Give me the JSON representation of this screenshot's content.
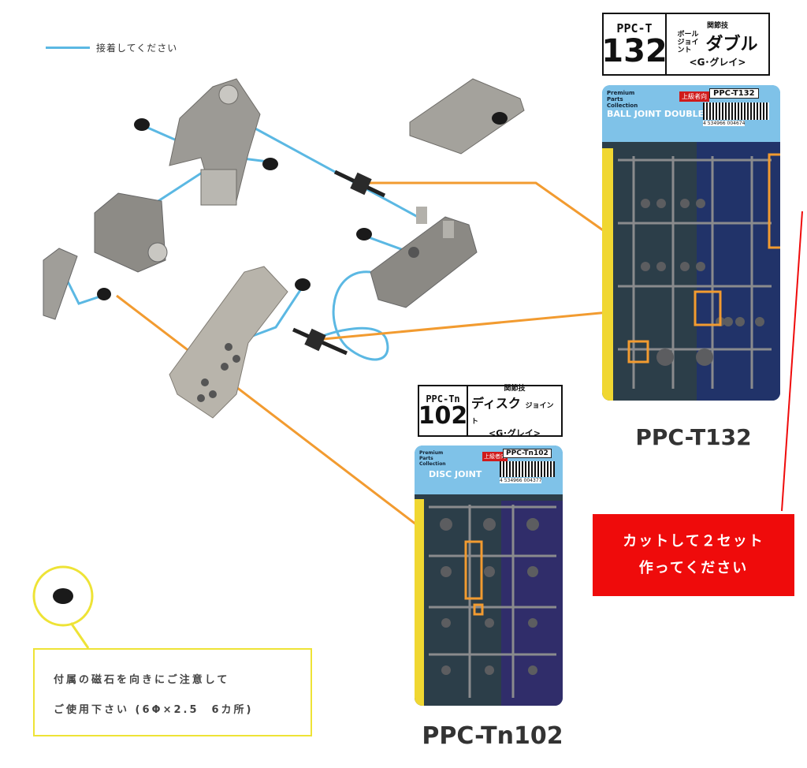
{
  "legend": {
    "label": "接着してください",
    "color": "#5bb8e3"
  },
  "product_t132": {
    "series": "PPC-T",
    "number": "132",
    "category": "関節技",
    "name_small": "ボール ジョイント",
    "name_large": "ダブル",
    "color_label": "<G･グレイ>",
    "package_code": "PPC-T132",
    "package_brand": "Premium Parts Collection",
    "package_level": "上級者向",
    "package_title": "BALL JOINT DOUBLE",
    "barcode_digits": "4 534966 004674",
    "caption": "PPC-T132"
  },
  "product_tn102": {
    "series": "PPC-Tn",
    "number": "102",
    "category": "関節技",
    "name_large": "ディスク",
    "name_small": "ジョイント",
    "color_label": "<G･グレイ>",
    "package_code": "PPC-Tn102",
    "package_brand": "Premium Parts Collection",
    "package_level": "上級者向",
    "package_title": "DISC JOINT",
    "barcode_digits": "4 534966 004377",
    "caption": "PPC-Tn102"
  },
  "cut_notice": {
    "line1": "カットして２セット",
    "line2": "作ってください"
  },
  "magnet_note": {
    "line1": "付属の磁石を向きにご注意して",
    "line2": "ご使用下さい (6Φ×2.5　6カ所)"
  },
  "colors": {
    "glue_line": "#5bb8e3",
    "callout": "#f29b30",
    "cut_alert": "#ef0b0b",
    "magnet_circle": "#eee336"
  }
}
